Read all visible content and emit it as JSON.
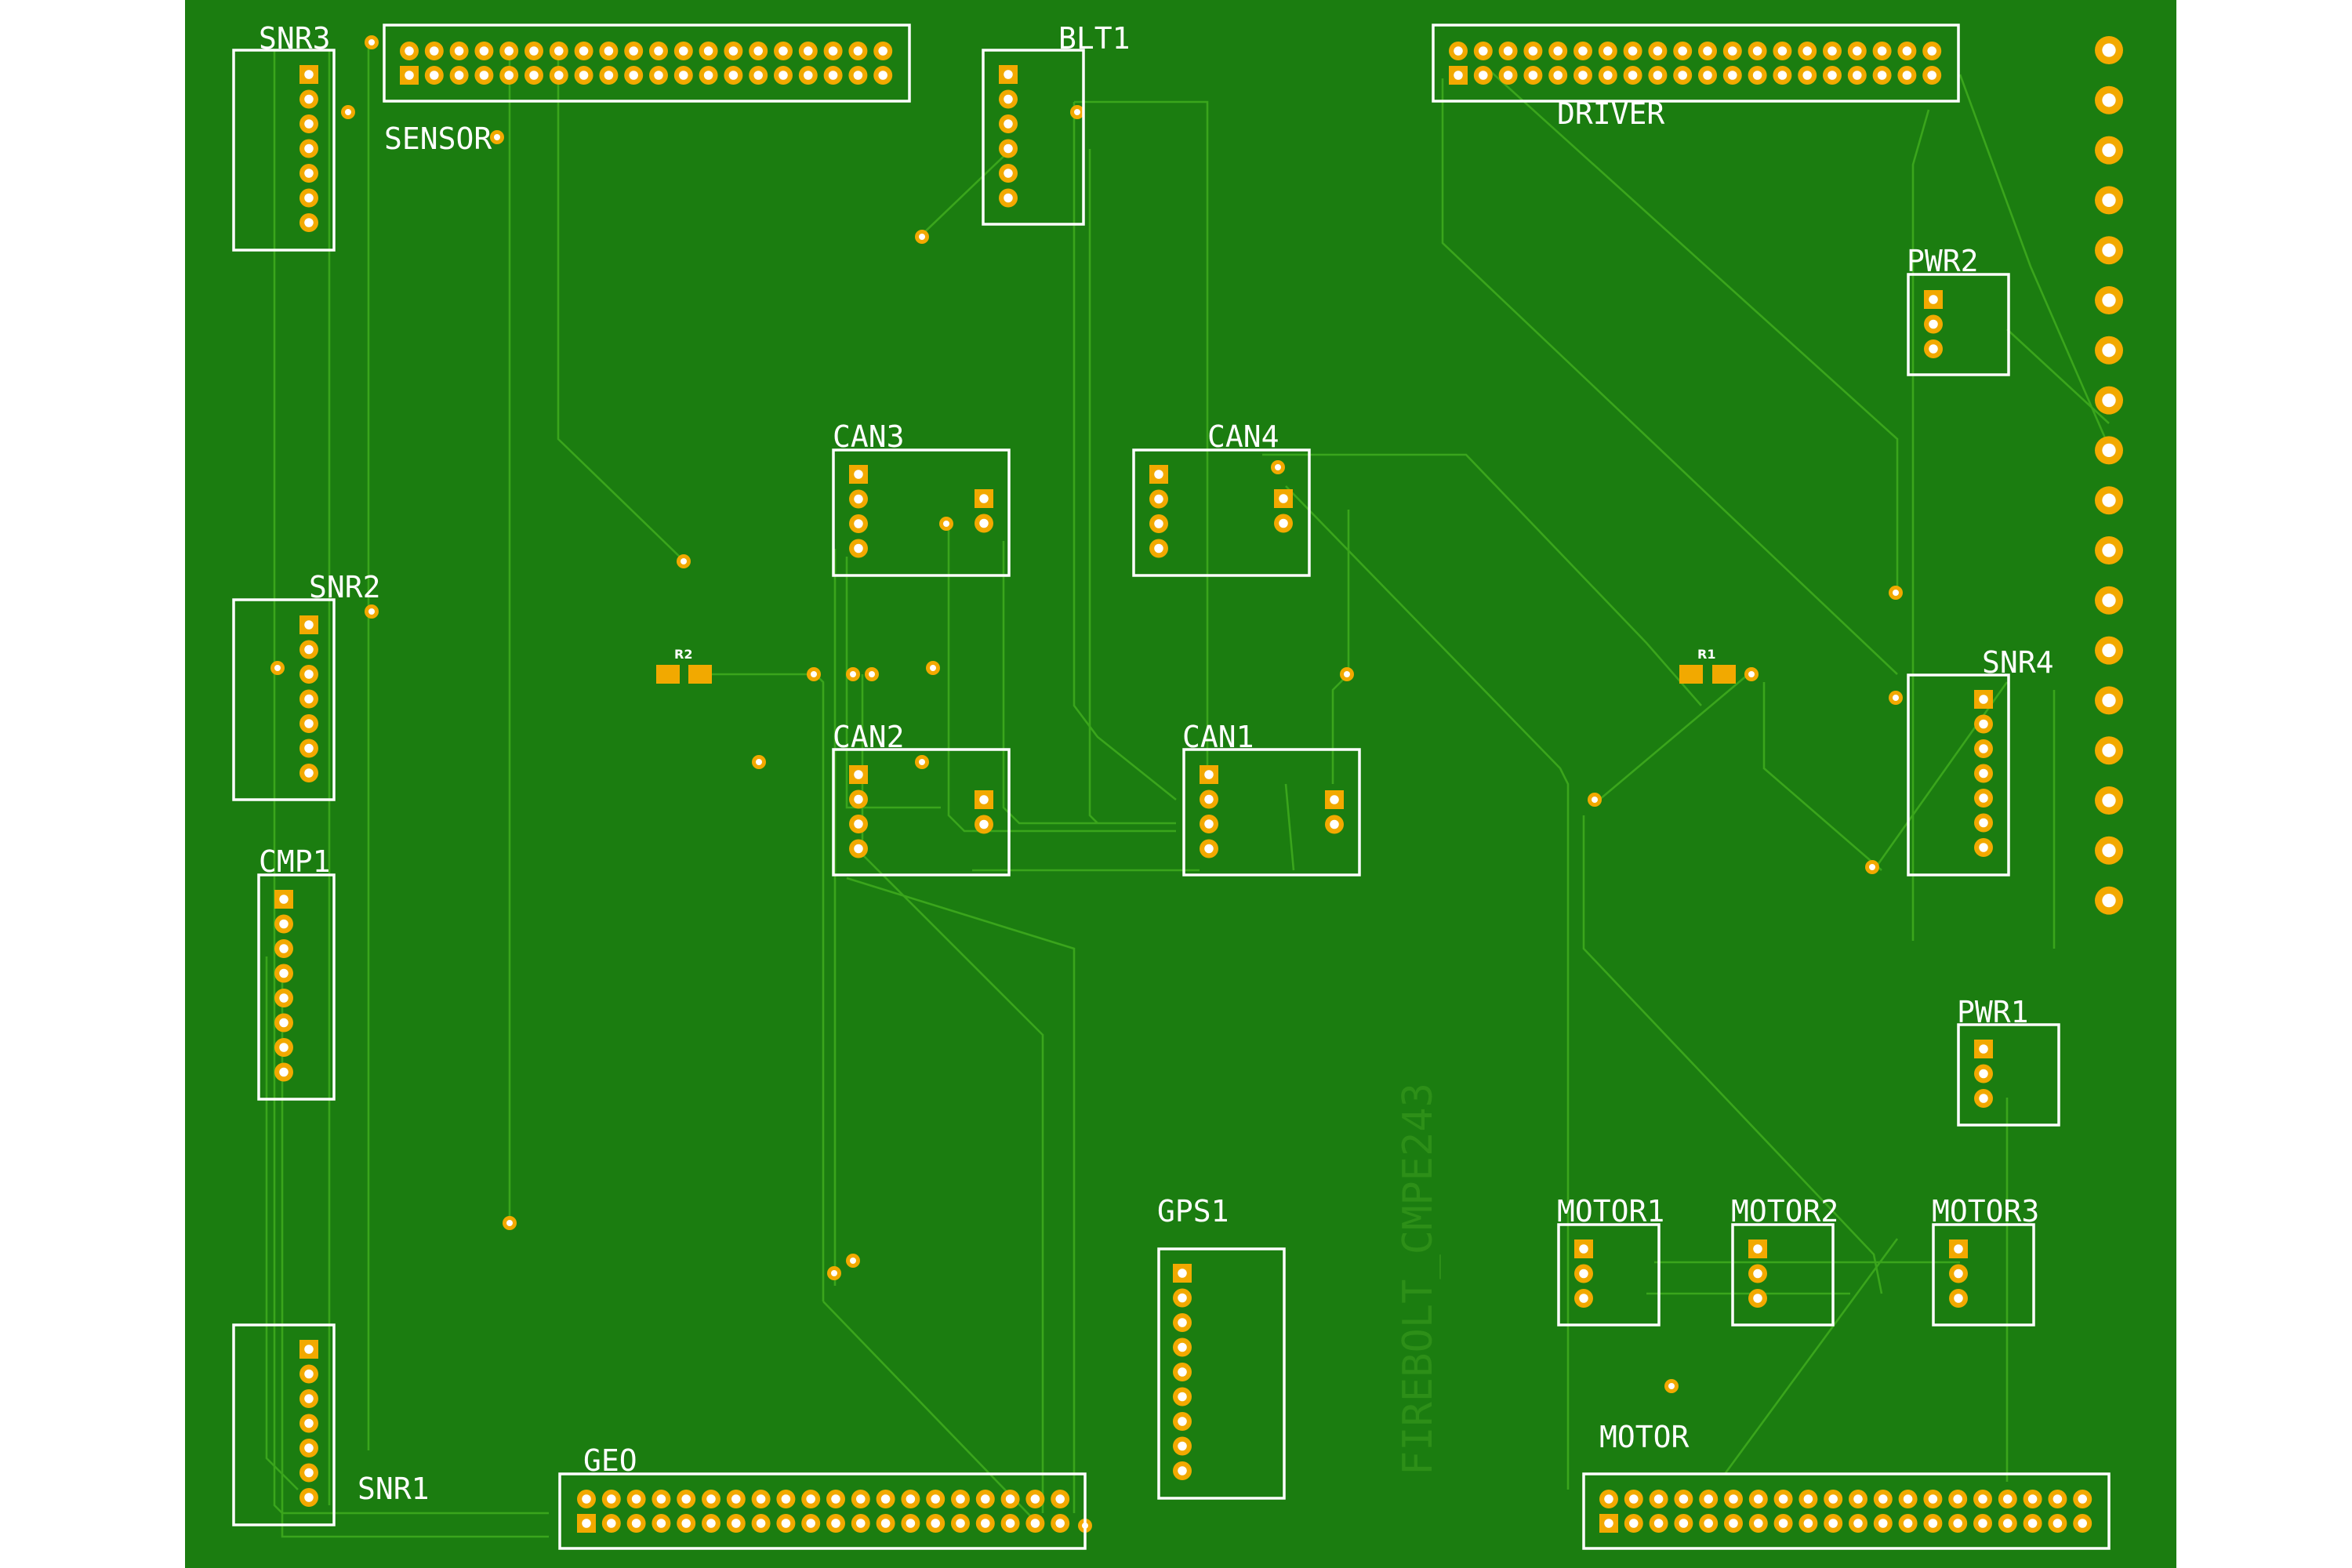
{
  "board": {
    "fill_color": "#1b7d10",
    "trace_color": "#3aa51c",
    "copper_color": "#f2a900",
    "silkscreen_color": "#ffffff",
    "text": "FIREBOLT_CMPE243"
  },
  "components": {
    "snr3": "SNR3",
    "sensor": "SENSOR",
    "blt1": "BLT1",
    "driver": "DRIVER",
    "pwr2": "PWR2",
    "can3": "CAN3",
    "can4": "CAN4",
    "snr2": "SNR2",
    "r2": "R2",
    "r1": "R1",
    "snr4": "SNR4",
    "can2": "CAN2",
    "can1": "CAN1",
    "cmp1": "CMP1",
    "pwr1": "PWR1",
    "gps1": "GPS1",
    "motor1": "MOTOR1",
    "motor2": "MOTOR2",
    "motor3": "MOTOR3",
    "motor": "MOTOR",
    "snr1": "SNR1",
    "geo": "GEO"
  }
}
